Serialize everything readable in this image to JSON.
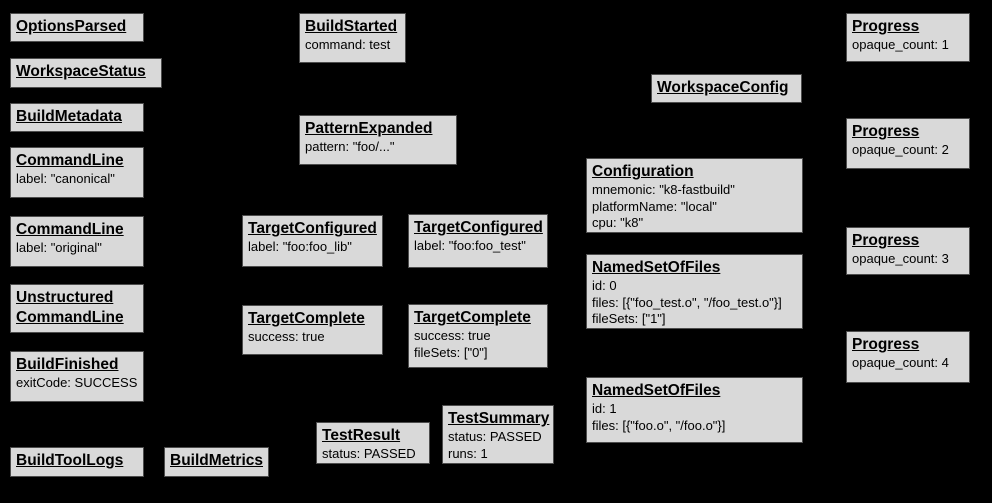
{
  "diagram": {
    "description": "Build event protocol graph",
    "background_color": "#000000",
    "box_fill_color": "#d9d9d9",
    "box_border_color": "#4d4d4d",
    "text_color": "#000000"
  },
  "boxes": {
    "options_parsed": {
      "title": "OptionsParsed",
      "lines": []
    },
    "workspace_status": {
      "title": "WorkspaceStatus",
      "lines": []
    },
    "build_metadata": {
      "title": "BuildMetadata",
      "lines": []
    },
    "command_line_canonical": {
      "title": "CommandLine",
      "lines": [
        "label: \"canonical\""
      ]
    },
    "command_line_original": {
      "title": "CommandLine",
      "lines": [
        "label: \"original\""
      ]
    },
    "unstructured_command_line": {
      "title": "Unstructured CommandLine",
      "lines": []
    },
    "build_finished": {
      "title": "BuildFinished",
      "lines": [
        "exitCode: SUCCESS"
      ]
    },
    "build_tool_logs": {
      "title": "BuildToolLogs",
      "lines": []
    },
    "build_metrics": {
      "title": "BuildMetrics",
      "lines": []
    },
    "build_started": {
      "title": "BuildStarted",
      "lines": [
        "command: test"
      ]
    },
    "pattern_expanded": {
      "title": "PatternExpanded",
      "lines": [
        "pattern: \"foo/...\""
      ]
    },
    "target_configured_lib": {
      "title": "TargetConfigured",
      "lines": [
        "label: \"foo:foo_lib\""
      ]
    },
    "target_configured_test": {
      "title": "TargetConfigured",
      "lines": [
        "label: \"foo:foo_test\""
      ]
    },
    "target_complete_lib": {
      "title": "TargetComplete",
      "lines": [
        "success: true"
      ]
    },
    "target_complete_test": {
      "title": "TargetComplete",
      "lines": [
        "success: true",
        "fileSets: [\"0\"]"
      ]
    },
    "test_result": {
      "title": "TestResult",
      "lines": [
        "status: PASSED"
      ]
    },
    "test_summary": {
      "title": "TestSummary",
      "lines": [
        "status: PASSED",
        "runs: 1"
      ]
    },
    "workspace_config": {
      "title": "WorkspaceConfig",
      "lines": []
    },
    "configuration": {
      "title": "Configuration",
      "lines": [
        "mnemonic: \"k8-fastbuild\"",
        "platformName: \"local\"",
        "cpu: \"k8\""
      ]
    },
    "named_set_of_files_0": {
      "title": "NamedSetOfFiles",
      "lines": [
        "id: 0",
        "files: [{\"foo_test.o\", \"/foo_test.o\"}]",
        "fileSets: [\"1\"]"
      ]
    },
    "named_set_of_files_1": {
      "title": "NamedSetOfFiles",
      "lines": [
        "id: 1",
        "files: [{\"foo.o\", \"/foo.o\"}]"
      ]
    },
    "progress_1": {
      "title": "Progress",
      "lines": [
        "opaque_count: 1"
      ]
    },
    "progress_2": {
      "title": "Progress",
      "lines": [
        "opaque_count: 2"
      ]
    },
    "progress_3": {
      "title": "Progress",
      "lines": [
        "opaque_count: 3"
      ]
    },
    "progress_4": {
      "title": "Progress",
      "lines": [
        "opaque_count: 4"
      ]
    }
  }
}
